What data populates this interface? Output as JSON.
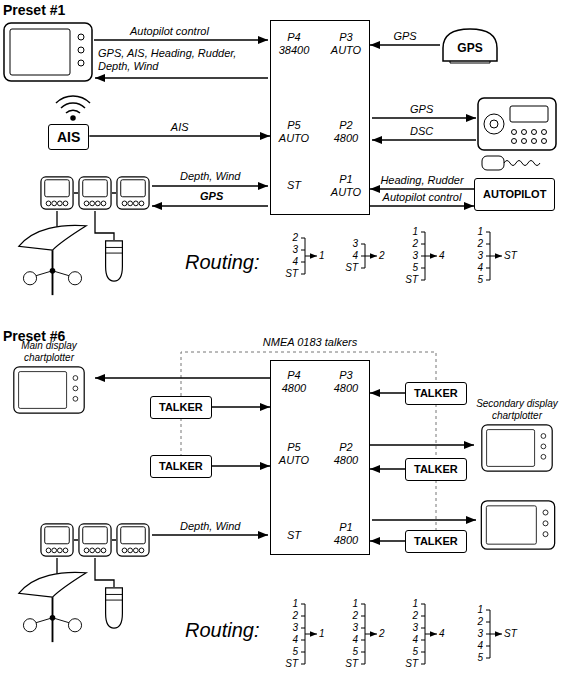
{
  "diagram": {
    "nodes": [
      {
        "text": [
          "P4 38400",
          "P3 AUTO",
          "P5 AUTO",
          "P2 4800",
          "ST",
          "P1 AUTO"
        ]
      },
      {
        "text": [
          "GPS"
        ]
      },
      {
        "text": [
          "AIS"
        ]
      },
      {
        "text": [
          "AUTOPILOT"
        ]
      },
      {
        "text": [
          "P4 4800",
          "P3 4800",
          "P5 AUTO",
          "P2 4800",
          "ST",
          "P1 4800"
        ]
      },
      {
        "text": [
          "Main display chartplotter"
        ]
      },
      {
        "text": [
          "TALKER"
        ]
      },
      {
        "text": [
          "TALKER"
        ]
      },
      {
        "text": [
          "TALKER"
        ]
      },
      {
        "text": [
          "TALKER"
        ]
      },
      {
        "text": [
          "Secondary display chartplotter"
        ]
      },
      {
        "text": [
          "TALKER"
        ]
      }
    ],
    "edges": [
      {
        "from": 1,
        "to": 0,
        "arrow": "to",
        "label": "GPS"
      },
      {
        "from": 2,
        "to": 0,
        "arrow": "to",
        "label": "AIS"
      },
      {
        "from": 3,
        "to": 0,
        "arrow": "to",
        "label": "Heading, Rudder"
      },
      {
        "from": 0,
        "to": 3,
        "arrow": "to",
        "label": "Autopilot control"
      },
      {
        "from": 4,
        "to": 5,
        "arrow": "to"
      },
      {
        "from": 6,
        "to": 4,
        "arrow": "to"
      },
      {
        "from": 7,
        "to": 4,
        "arrow": "to"
      },
      {
        "from": 8,
        "to": 4,
        "arrow": "to"
      },
      {
        "from": 9,
        "to": 4,
        "arrow": "to"
      },
      {
        "from": 4,
        "to": 10,
        "arrow": "to"
      },
      {
        "from": 11,
        "to": 4,
        "arrow": "to"
      }
    ],
    "labels": [
      "Preset #1",
      "Autopilot control",
      "GPS, AIS, Heading, Rudder, Depth, Wind",
      "GPS",
      "DSC",
      "Depth, Wind",
      "GPS",
      "Routing:",
      "2",
      "3",
      "4",
      "ST",
      "1",
      "3",
      "4",
      "ST",
      "2",
      "1",
      "2",
      "3",
      "5",
      "ST",
      "4",
      "1",
      "2",
      "3",
      "4",
      "5",
      "ST",
      "Preset #6",
      "NMEA 0183 talkers",
      "Depth, Wind",
      "Routing:",
      "1",
      "2",
      "3",
      "4",
      "5",
      "ST",
      "1",
      "1",
      "2",
      "3",
      "4",
      "5",
      "ST",
      "2",
      "1",
      "2",
      "3",
      "4",
      "5",
      "ST",
      "4",
      "1",
      "2",
      "3",
      "4",
      "5",
      "ST"
    ]
  }
}
